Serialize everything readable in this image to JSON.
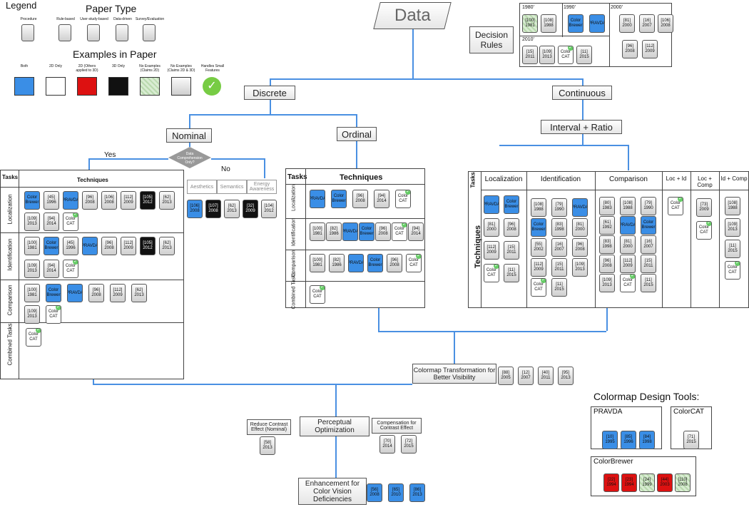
{
  "legend": {
    "title": "Legend",
    "paper_type_title": "Paper Type",
    "paper_types": [
      "Procedure",
      "Rule-based",
      "User-study-based",
      "Data-driven",
      "Survey/Evaluation"
    ],
    "examples_title": "Examples in Paper",
    "examples": [
      "Both",
      "2D Only",
      "2D (Others applied to 3D)",
      "3D Only",
      "No Examples (Claims 2D)",
      "No Examples (Claims 2D & 3D)",
      "Handles Small Features"
    ]
  },
  "nodes": {
    "data": "Data",
    "decision_rules": "Decision Rules",
    "discrete": "Discrete",
    "continuous": "Continuous",
    "nominal": "Nominal",
    "ordinal": "Ordinal",
    "interval_ratio": "Interval + Ratio",
    "data_comp": "Data Comprehension Only?",
    "yes": "Yes",
    "no": "No",
    "colormap_transform": "Colormap Transformation for Better Visibility",
    "perceptual": "Perceptual Optimization",
    "reduce_contrast": "Reduce Contrast Effect (Nominal)",
    "compensation": "Compensation for Contrast Effect",
    "enhancement": "Enhancement for Color Vision Deficiencies"
  },
  "decades": [
    "1980'",
    "1990'",
    "2000'",
    "2010'"
  ],
  "aesthetic_headers": [
    "Aesthetics",
    "Semantics",
    "Energy Awareness"
  ],
  "nominal_table": {
    "tasks": "Tasks",
    "techniques": "Techniques",
    "rows": [
      "Localization",
      "Identification",
      "Comparison",
      "Combined Tasks"
    ]
  },
  "ordinal_table": {
    "tasks": "Tasks",
    "techniques": "Techniques",
    "rows": [
      "Localization",
      "Identification",
      "Comparison",
      "Combined Tasks"
    ]
  },
  "continuous_table": {
    "tasks": "Tasks",
    "techniques": "Techniques",
    "cols": [
      "Localization",
      "Identification",
      "Comparison",
      "Loc + Id",
      "Loc + Comp",
      "Id + Comp"
    ]
  },
  "tools": {
    "title": "Colormap Design Tools:",
    "pravda": "PRAVDA",
    "colorcat": "ColorCAT",
    "colorbrewer": "ColorBrewer"
  },
  "refs": {
    "dr": [
      "[100] 1981",
      "[108] 1988",
      "Color Brewer",
      "PRAVDA",
      "[81] 2000",
      "[16] 2007",
      "[106] 2008",
      "[96] 2008",
      "[112] 2009",
      "[15] 2011",
      "[109] 2013",
      "Color CAT",
      "[11] 2015"
    ],
    "aest": [
      "[106] 2008",
      "[107] 2008",
      "[62] 2013",
      "[32] 2009",
      "[104] 2012"
    ],
    "transform": [
      "[88] 2005",
      "[12] 2007",
      "[40] 2011",
      "[95] 2013"
    ],
    "reduce": [
      "[58] 2013"
    ],
    "comp": [
      "[70] 2014",
      "[72] 2015"
    ],
    "enh": [
      "[56] 2008",
      "[65] 2010",
      "[86] 2013"
    ],
    "pravda": [
      "[10] 1995",
      "[85] 1996",
      "[84] 1998"
    ],
    "colorcat": [
      "[71] 2015"
    ],
    "cb": [
      "[22] 1994",
      "[23] 1994",
      "[24] 1999",
      "[44] 2003",
      "[110] 2008"
    ],
    "nom_loc": [
      "Color Brewer",
      "[45] 1996",
      "PRAVDA",
      "[96] 2008",
      "[106] 2008",
      "[112] 2009",
      "[105] 2012",
      "[62] 2013",
      "[109] 2013",
      "[94] 2014",
      "Color CAT"
    ],
    "nom_id": [
      "[100] 1981",
      "Color Brewer",
      "[45] 1996",
      "PRAVDA",
      "[96] 2008",
      "[112] 2009",
      "[105] 2012",
      "[62] 2013",
      "[109] 2013",
      "[94] 2014",
      "Color CAT"
    ],
    "nom_comp": [
      "[100] 1981",
      "Color Brewer",
      "PRAVDA",
      "[96] 2008",
      "[112] 2009",
      "[62] 2013",
      "[109] 2013",
      "Color CAT"
    ],
    "nom_comb": [
      "Color CAT"
    ],
    "ord_loc": [
      "PRAVDA",
      "Color Brewer",
      "[96] 2008",
      "[94] 2014",
      "Color CAT"
    ],
    "ord_id": [
      "[100] 1981",
      "[82] 1986",
      "PRAVDA",
      "Color Brewer",
      "[96] 2008",
      "Color CAT",
      "[94] 2014"
    ],
    "ord_comp": [
      "[100] 1981",
      "[82] 1986",
      "PRAVDA",
      "Color Brewer",
      "[96] 2008",
      "Color CAT"
    ],
    "ord_comb": [
      "Color CAT"
    ]
  }
}
